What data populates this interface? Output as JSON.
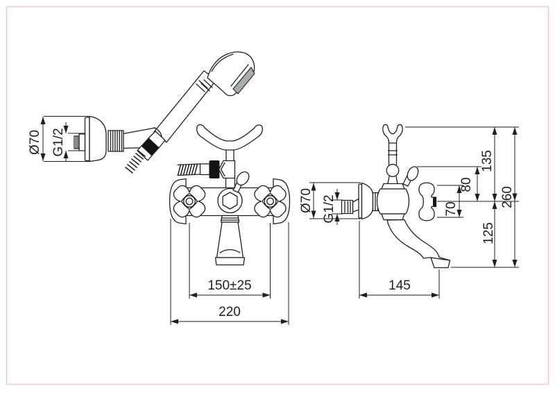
{
  "colors": {
    "line": "#1f1f1f",
    "frame": "#f0cdcd",
    "metal-dark": "#141414",
    "spray-face": "#a8acae"
  },
  "hand_shower_detail": {
    "diameter_label": "Ø70",
    "thread_label": "G1/2"
  },
  "front_view": {
    "center_distance_label": "150±25",
    "overall_width_label": "220"
  },
  "side_view": {
    "diameter_label": "Ø70",
    "thread_label": "G1/2",
    "handle_label": "70",
    "lever_label": "80",
    "upper_height_label": "135",
    "lower_height_label": "125",
    "total_height_label": "260",
    "spout_reach_label": "145"
  }
}
